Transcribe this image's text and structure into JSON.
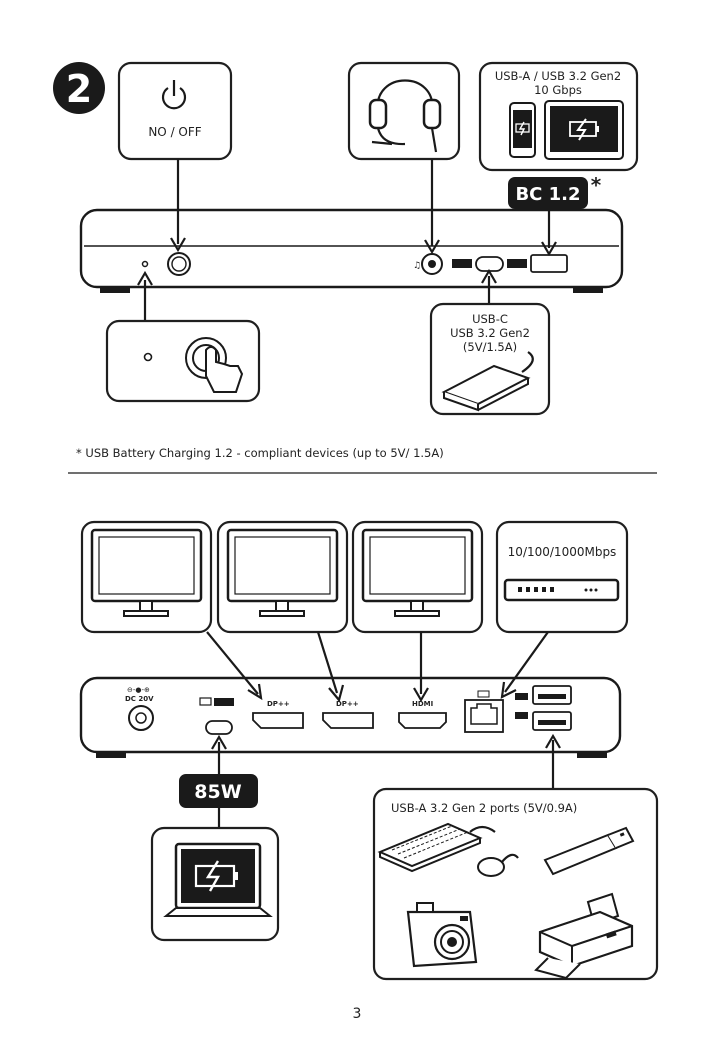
{
  "step_number": "2",
  "top": {
    "power_label": "NO / OFF",
    "usba_label_line1": "USB-A / USB 3.2 Gen2",
    "usba_label_line2": "10 Gbps",
    "bc_badge": "BC 1.2",
    "asterisk": "*",
    "usbc_line1": "USB-C",
    "usbc_line2": "USB 3.2 Gen2",
    "usbc_line3": "(5V/1.5A)",
    "footnote": "* USB Battery Charging 1.2 - compliant devices (up to 5V/ 1.5A)"
  },
  "bottom": {
    "ethernet_label": "10/100/1000Mbps",
    "dc_label_line1": "DC  20V",
    "dp1_label": "DP++",
    "dp2_label": "DP++",
    "hdmi_label": "HDMI",
    "power_badge": "85W",
    "usb_ports_label": "USB-A 3.2 Gen 2 ports (5V/0.9A)"
  },
  "page_number": "3",
  "icons": [
    "power-icon",
    "headset-icon",
    "phone-charging-icon",
    "tablet-charging-icon",
    "touch-hand-icon",
    "ssd-drive-icon",
    "monitor-icon",
    "router-icon",
    "laptop-charging-icon",
    "keyboard-icon",
    "mouse-icon",
    "usb-stick-icon",
    "camera-icon",
    "printer-icon"
  ]
}
